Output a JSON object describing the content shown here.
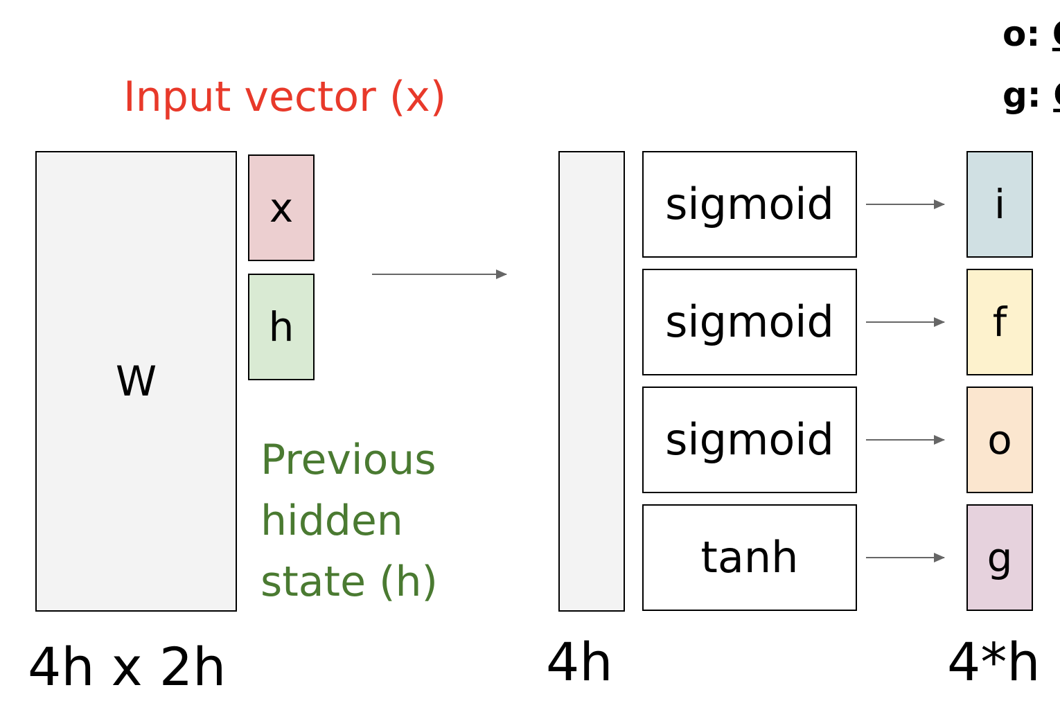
{
  "legend": [
    {
      "key": "o",
      "sep": ":",
      "value": "O"
    },
    {
      "key": "g",
      "sep": ":",
      "value": "G"
    }
  ],
  "input_label": "Input vector (x)",
  "prev_hidden_label": [
    "Previous",
    "hidden",
    "state (h)"
  ],
  "weight_matrix": {
    "label": "W",
    "dims": "4h x 2h"
  },
  "stacked_vector": {
    "x_label": "x",
    "h_label": "h"
  },
  "intermediate_vector": {
    "dims": "4h"
  },
  "gates": [
    {
      "activation": "sigmoid",
      "output": "i"
    },
    {
      "activation": "sigmoid",
      "output": "f"
    },
    {
      "activation": "sigmoid",
      "output": "o"
    },
    {
      "activation": "tanh",
      "output": "g"
    }
  ],
  "output_dims": "4*h",
  "colors": {
    "input_text": "#e8392a",
    "hidden_text": "#4a7a31",
    "x_fill": "#eccfd0",
    "h_fill": "#d9ead3",
    "matrix_fill": "#f3f3f3",
    "i_fill": "#d0e0e3",
    "f_fill": "#fdf2cd",
    "o_fill": "#fbe6cf",
    "g_fill": "#e6d2dd",
    "arrow": "#666666"
  }
}
